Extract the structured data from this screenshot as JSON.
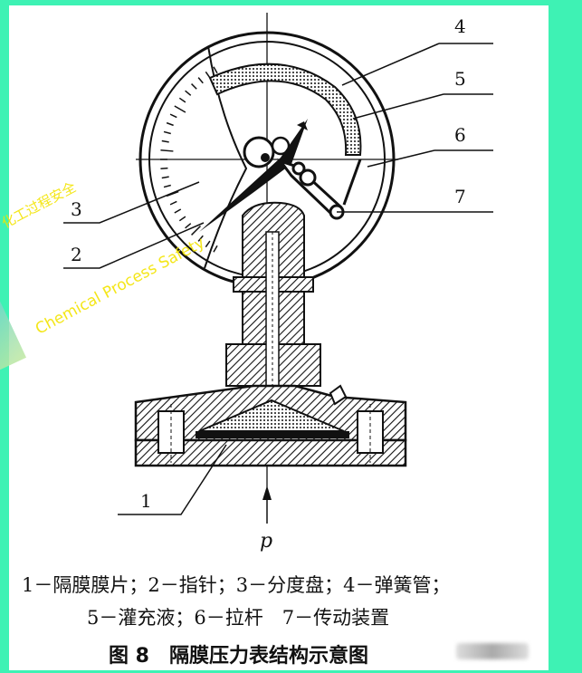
{
  "labels": {
    "n1": "1",
    "n2": "2",
    "n3": "3",
    "n4": "4",
    "n5": "5",
    "n6": "6",
    "n7": "7",
    "pressure": "p"
  },
  "legend": {
    "line1": "1－隔膜膜片；2－指针；3－分度盘；4－弹簧管；",
    "line2": "5－灌充液；6－拉杆　7－传动装置",
    "title": "图 8　隔膜压力表结构示意图"
  },
  "watermark": {
    "text1": "化工过程安全",
    "text2": "Chemical Process Safety"
  },
  "colors": {
    "background": "#3ef2b4",
    "card": "#ffffff",
    "ink": "#111111",
    "watermark": "#f3e400"
  }
}
